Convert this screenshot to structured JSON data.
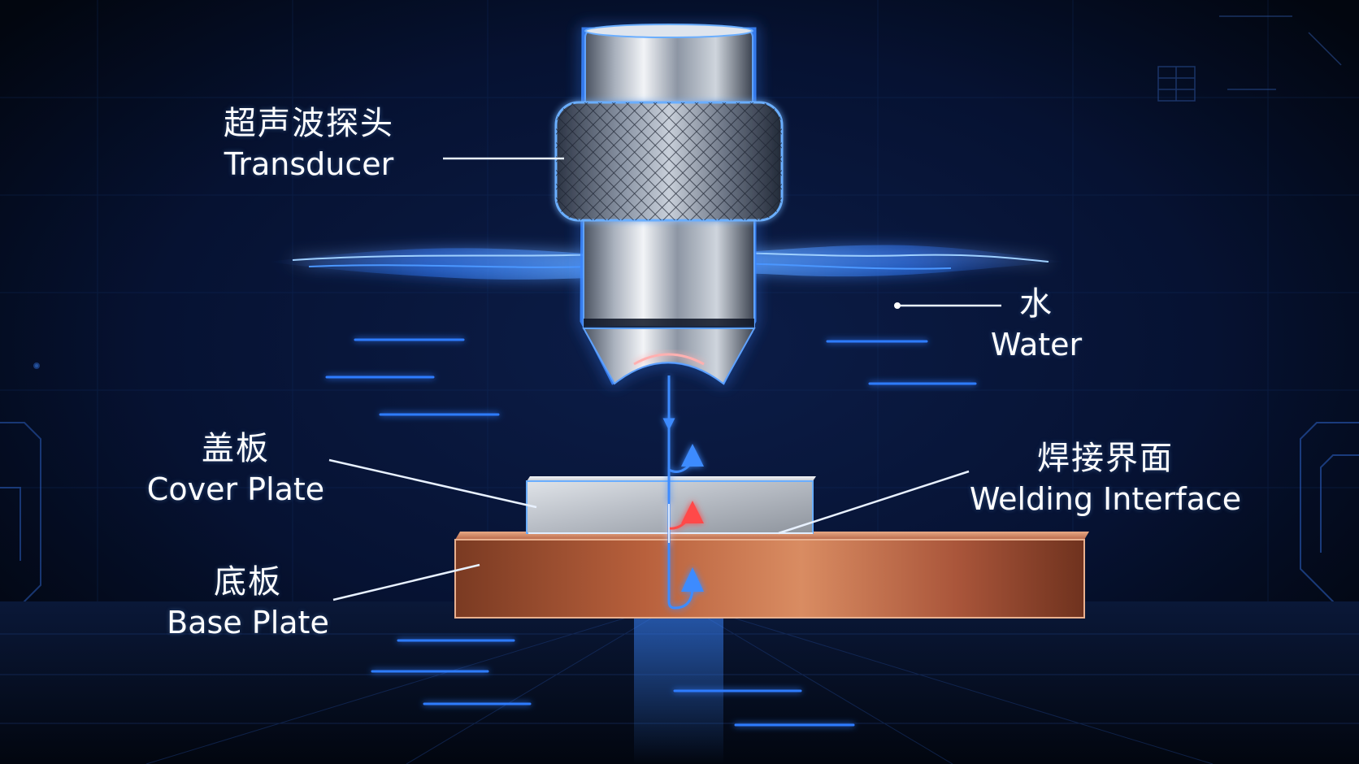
{
  "labels": {
    "transducer": {
      "zh": "超声波探头",
      "en": "Transducer"
    },
    "water": {
      "zh": "水",
      "en": "Water"
    },
    "cover_plate": {
      "zh": "盖板",
      "en": "Cover Plate"
    },
    "base_plate": {
      "zh": "底板",
      "en": "Base Plate"
    },
    "welding_interface": {
      "zh": "焊接界面",
      "en": "Welding Interface"
    }
  },
  "colors": {
    "background": "#040a1c",
    "glow": "#2f7bff",
    "steel": "#c9ced6",
    "copper": "#b8603c",
    "reflection_hot": "#ff4a4a"
  }
}
